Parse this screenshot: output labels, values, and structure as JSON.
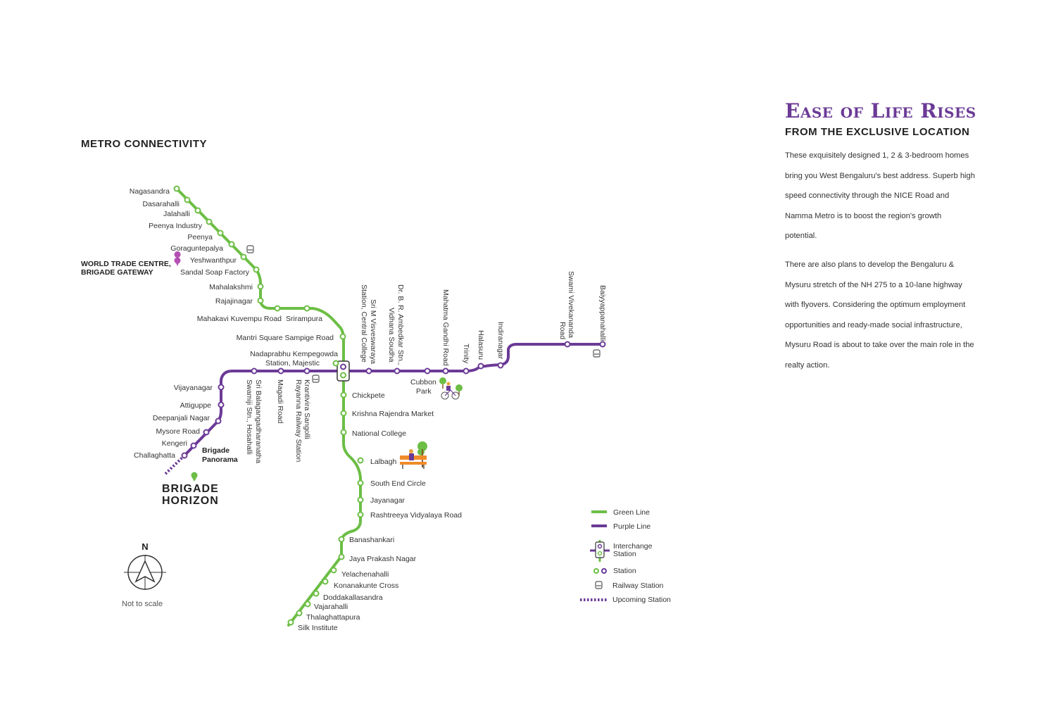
{
  "map": {
    "title": "METRO CONNECTIVITY",
    "scale_note": "Not to scale",
    "north_label": "N",
    "colors": {
      "green_line": "#6cbe45",
      "purple_line": "#6b3a96",
      "interchange_fill": "#ffffff"
    },
    "green_line_stations": [
      "Nagasandra",
      "Dasarahalli",
      "Jalahalli",
      "Peenya Industry",
      "Peenya",
      "Goraguntepalya",
      "Yeshwanthpur",
      "Sandal Soap Factory",
      "Mahalakshmi",
      "Rajajinagar",
      "Mahakavi Kuvempu Road",
      "Srirampura",
      "Mantri Square Sampige Road",
      "Chickpete",
      "Krishna Rajendra Market",
      "National College",
      "Lalbagh",
      "South End Circle",
      "Jayanagar",
      "Rashtreeya Vidyalaya Road",
      "Banashankari",
      "Jaya Prakash Nagar",
      "Yelachenahalli",
      "Konanakunte Cross",
      "Doddakallasandra",
      "Vajarahalli",
      "Thalaghattapura",
      "Silk Institute"
    ],
    "purple_line_stations": [
      "Challaghatta",
      "Kengeri",
      "Mysore Road",
      "Deepanjali Nagar",
      "Attiguppe",
      "Vijayanagar",
      "Sri Balagangadharanatha Swamiji Stn., Hosahalli",
      "Magadi Road",
      "Krantivira Sangolli Rayanna Railway Station",
      "Sri M Visveswaraya Station, Central College",
      "Dr. B. R. Ambedkar Stn., Vidhana Soudha",
      "Cubbon Park",
      "Mahatma Gandhi Road",
      "Trinity",
      "Halasuru",
      "Indiranagar",
      "Swami Vivekananda Road",
      "Baiyyappanahalli"
    ],
    "interchange": {
      "line1": "Nadaprabhu Kempegowda",
      "line2": "Station, Majestic"
    },
    "landmarks": {
      "wtc_line1": "WORLD TRADE CENTRE,",
      "wtc_line2": "BRIGADE GATEWAY",
      "panorama_line1": "Brigade",
      "panorama_line2": "Panorama",
      "horizon_line1": "BRIGADE",
      "horizon_line2": "HORIZON"
    },
    "labels": {
      "nagasandra": "Nagasandra",
      "dasarahalli": "Dasarahalli",
      "jalahalli": "Jalahalli",
      "peenya_industry": "Peenya Industry",
      "peenya": "Peenya",
      "goraguntepalya": "Goraguntepalya",
      "yeshwanthpur": "Yeshwanthpur",
      "sandal_soap": "Sandal Soap Factory",
      "mahalakshmi": "Mahalakshmi",
      "rajajinagar": "Rajajinagar",
      "kuvempu": "Mahakavi Kuvempu Road",
      "srirampura": "Srirampura",
      "mantri": "Mantri Square Sampige Road",
      "chickpete": "Chickpete",
      "kr_market": "Krishna Rajendra Market",
      "national_college": "National College",
      "lalbagh": "Lalbagh",
      "south_end": "South End Circle",
      "jayanagar": "Jayanagar",
      "rv_road": "Rashtreeya Vidyalaya Road",
      "banashankari": "Banashankari",
      "jp_nagar": "Jaya Prakash Nagar",
      "yelachenahalli": "Yelachenahalli",
      "konanakunte": "Konanakunte Cross",
      "doddakallasandra": "Doddakallasandra",
      "vajarahalli": "Vajarahalli",
      "thalaghattapura": "Thalaghattapura",
      "silk_institute": "Silk Institute",
      "vijayanagar": "Vijayanagar",
      "attiguppe": "Attiguppe",
      "deepanjali": "Deepanjali Nagar",
      "mysore_road": "Mysore Road",
      "kengeri": "Kengeri",
      "challaghatta": "Challaghatta",
      "hosahalli_1": "Sri Balagangadharanatha",
      "hosahalli_2": "Swamiji Stn., Hosahalli",
      "magadi": "Magadi Road",
      "ksr_1": "Krantivira Sangolli",
      "ksr_2": "Rayanna Railway Station",
      "central_1": "Sri M Visveswaraya",
      "central_2": "Station, Central College",
      "ambedkar_1": "Dr. B. R. Ambedkar Stn.,",
      "ambedkar_2": "Vidhana Soudha",
      "cubbon_1": "Cubbon",
      "cubbon_2": "Park",
      "mg_road": "Mahatma Gandhi Road",
      "trinity": "Trinity",
      "halasuru": "Halasuru",
      "indiranagar": "Indiranagar",
      "vivekananda_1": "Swami Vivekananda",
      "vivekananda_2": "Road",
      "baiyyappanahalli": "Baiyyappanahalli"
    },
    "legend": {
      "green_line": "Green Line",
      "purple_line": "Purple Line",
      "interchange_1": "Interchange",
      "interchange_2": "Station",
      "station": "Station",
      "railway": "Railway Station",
      "upcoming": "Upcoming Station"
    }
  },
  "content": {
    "headline": "Ease of Life Rises",
    "subhead": "FROM THE EXCLUSIVE LOCATION",
    "paragraph1": "These exquisitely designed 1, 2 & 3-bedroom homes bring you West Bengaluru's best address. Superb high speed connectivity through the NICE Road and Namma Metro is to boost the region's growth potential.",
    "paragraph2": "There are also plans to develop the Bengaluru & Mysuru stretch of the NH 275 to a 10-lane highway with flyovers. Considering the optimum employment opportunities and ready-made social infrastructure, Mysuru Road is about to take over the main role in the realty action."
  }
}
